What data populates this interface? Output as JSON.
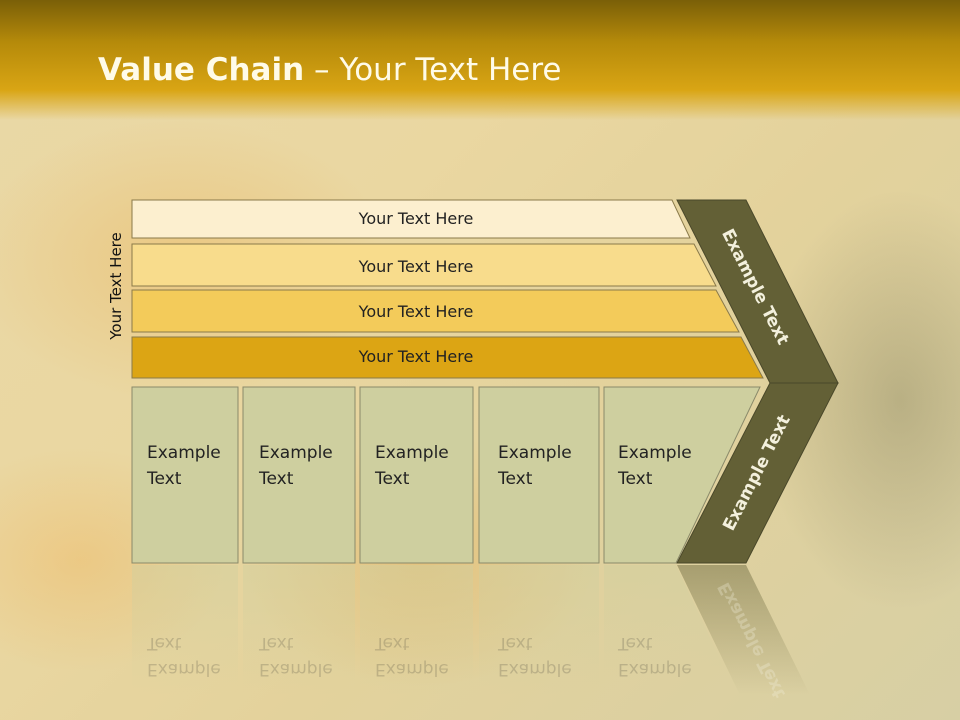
{
  "header": {
    "title_bold": "Value Chain",
    "title_rest": " – Your Text Here"
  },
  "side_label": "Your Text Here",
  "bars": [
    {
      "label": "Your Text Here",
      "color": "#fcefcf"
    },
    {
      "label": "Your Text Here",
      "color": "#f8dc8c"
    },
    {
      "label": "Your Text Here",
      "color": "#f3cb5a"
    },
    {
      "label": "Your Text Here",
      "color": "#dca514"
    }
  ],
  "columns": [
    {
      "line1": "Example",
      "line2": "Text"
    },
    {
      "line1": "Example",
      "line2": "Text"
    },
    {
      "line1": "Example",
      "line2": "Text"
    },
    {
      "line1": "Example",
      "line2": "Text"
    },
    {
      "line1": "Example",
      "line2": "Text"
    }
  ],
  "chevron": {
    "upper_text": "Example Text",
    "lower_text": "Example Text",
    "color": "#636036"
  },
  "colors": {
    "column_fill": "#cecf9f",
    "column_border": "#8a8a6a"
  }
}
